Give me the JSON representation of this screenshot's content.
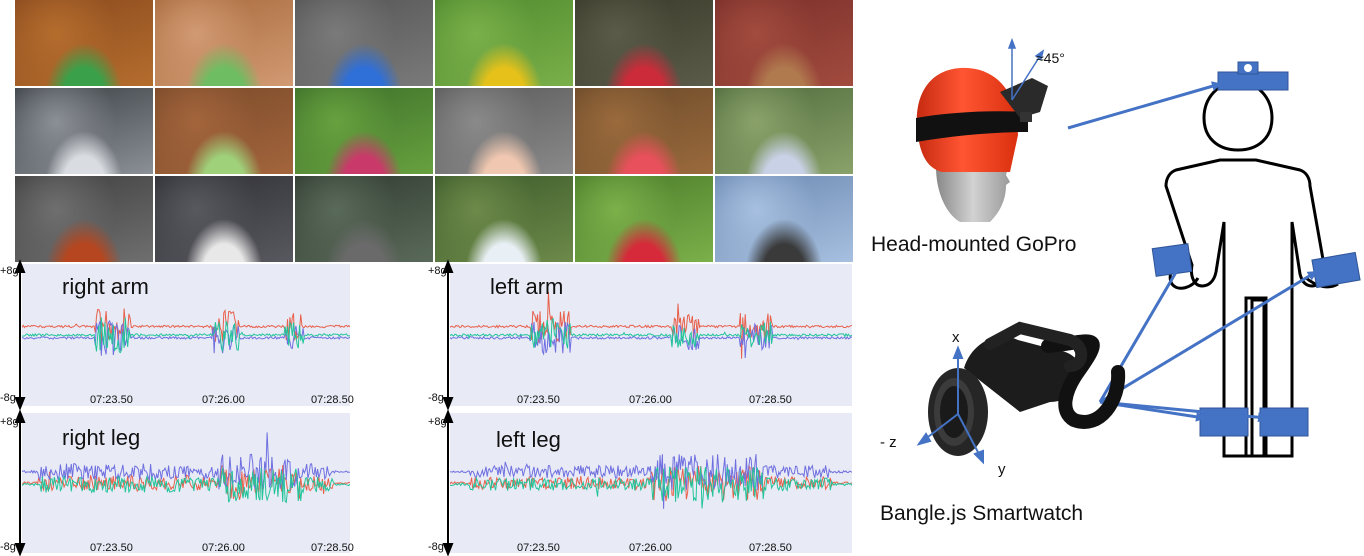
{
  "photo_grid": {
    "rows": 3,
    "cols": 6
  },
  "plots": [
    {
      "title": "right arm",
      "ymax": "+8g",
      "ymin": "-8g",
      "ticks": [
        "07:23.50",
        "07:26.00",
        "07:28.50"
      ]
    },
    {
      "title": "left arm",
      "ymax": "+8g",
      "ymin": "-8g",
      "ticks": [
        "07:23.50",
        "07:26.00",
        "07:28.50"
      ]
    },
    {
      "title": "right leg",
      "ymax": "+8g",
      "ymin": "-8g",
      "ticks": [
        "07:23.50",
        "07:26.00",
        "07:28.50"
      ]
    },
    {
      "title": "left leg",
      "ymax": "+8g",
      "ymin": "-8g",
      "ticks": [
        "07:23.50",
        "07:26.00",
        "07:28.50"
      ]
    }
  ],
  "series_colors": {
    "x": "#e8604c",
    "y": "#6f6fe0",
    "z": "#22c49a"
  },
  "head": {
    "caption": "Head-mounted GoPro",
    "angle_label": "≈45°"
  },
  "watch": {
    "caption": "Bangle.js Smartwatch",
    "axis_x": "x",
    "axis_y": "y",
    "axis_z": "- z"
  },
  "colors": {
    "sensor_blue": "#4472c4",
    "panel_bg": "#e8ebf5",
    "head_red": "#f03a1a"
  }
}
